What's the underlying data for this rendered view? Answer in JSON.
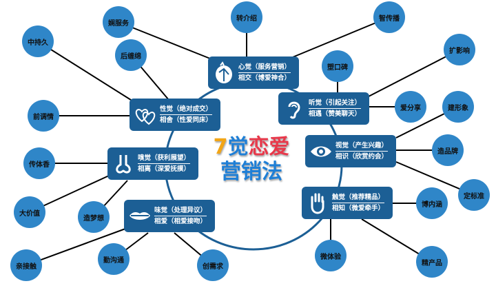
{
  "title": {
    "num": "7",
    "jue": "觉",
    "love": "恋爱",
    "line2": "营销法"
  },
  "boxes": [
    {
      "l1": "心觉（服务营销）",
      "l2": "相交（博爱神合）",
      "icon": "heart-organ"
    },
    {
      "l1": "性觉（绝对成交）",
      "l2": "相舍（性爱同床）",
      "icon": "hearts"
    },
    {
      "l1": "听觉（引起关注）",
      "l2": "相遇（赞美聊天）",
      "icon": "ear"
    },
    {
      "l1": "嗅觉（获利展望）",
      "l2": "相离（深爱抚摸）",
      "icon": "nose"
    },
    {
      "l1": "视觉（产生兴趣）",
      "l2": "相识（欣赏约会）",
      "icon": "eye"
    },
    {
      "l1": "味觉（处理异议）",
      "l2": "相爱（相爱接吻）",
      "icon": "lips"
    },
    {
      "l1": "触觉（推荐精品）",
      "l2": "相知（微爱牵手）",
      "icon": "hand"
    }
  ],
  "nodes": [
    "转介绍",
    "智传播",
    "娴服务",
    "中持久",
    "后缠绵",
    "塑口碑",
    "扩影响",
    "前调情",
    "爱分享",
    "建形象",
    "传体香",
    "造品牌",
    "定标准",
    "大价值",
    "造梦想",
    "博内涵",
    "微体验",
    "亲接触",
    "勤沟通",
    "创需求",
    "精产品"
  ],
  "colors": {
    "box": "#1c5f95",
    "node": "#2f86c8",
    "arc": "#1c5f95"
  }
}
